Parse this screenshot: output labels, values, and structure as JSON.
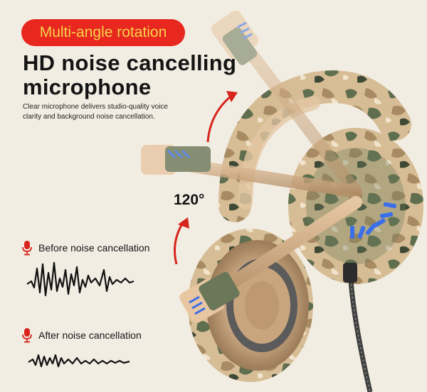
{
  "badge_text": "Multi-angle rotation",
  "headline_line1": "HD noise cancelling",
  "headline_line2": "microphone",
  "description_line1": "Clear microphone delivers studio-quality voice",
  "description_line2": "clarity and background noise cancellation.",
  "angle_text": "120°",
  "before_label": "Before noise cancellation",
  "after_label": "After noise cancellation",
  "colors": {
    "background": "#f2ede3",
    "badge_bg": "#e8271f",
    "badge_text": "#f6d24a",
    "accent_red": "#d7241c",
    "camo_tan": "#d9c09a",
    "camo_green": "#5f6e4e",
    "led_blue": "#3a6fe8"
  }
}
